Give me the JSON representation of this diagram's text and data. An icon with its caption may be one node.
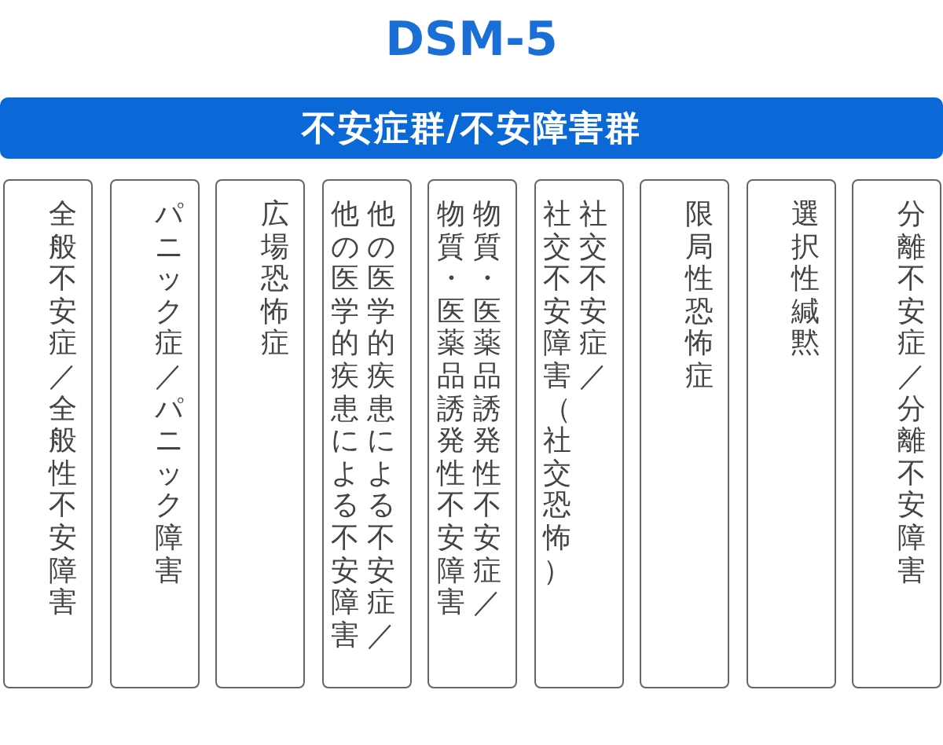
{
  "diagram": {
    "title": "DSM-5",
    "nodes": [
      {
        "text": [
          "不安症群/不安障害群"
        ]
      },
      {
        "text": [
          "全般不安症／全般性不安障害"
        ]
      },
      {
        "text": [
          "パニック症／パニック障害"
        ]
      },
      {
        "text": [
          "広場恐怖症"
        ]
      },
      {
        "text": [
          "他の医学的疾患による不安症／他の医学的疾患による不安障害"
        ]
      },
      {
        "text": [
          "物質・医薬品誘発性不安症／物質・医薬品誘発性不安障害"
        ]
      },
      {
        "text": [
          "社交不安症／社交不安障害（社交恐怖）"
        ]
      },
      {
        "text": [
          "限局性恐怖症"
        ]
      },
      {
        "text": [
          "選択性緘黙"
        ]
      },
      {
        "text": [
          "分離不安症／分離不安障害"
        ]
      }
    ]
  }
}
